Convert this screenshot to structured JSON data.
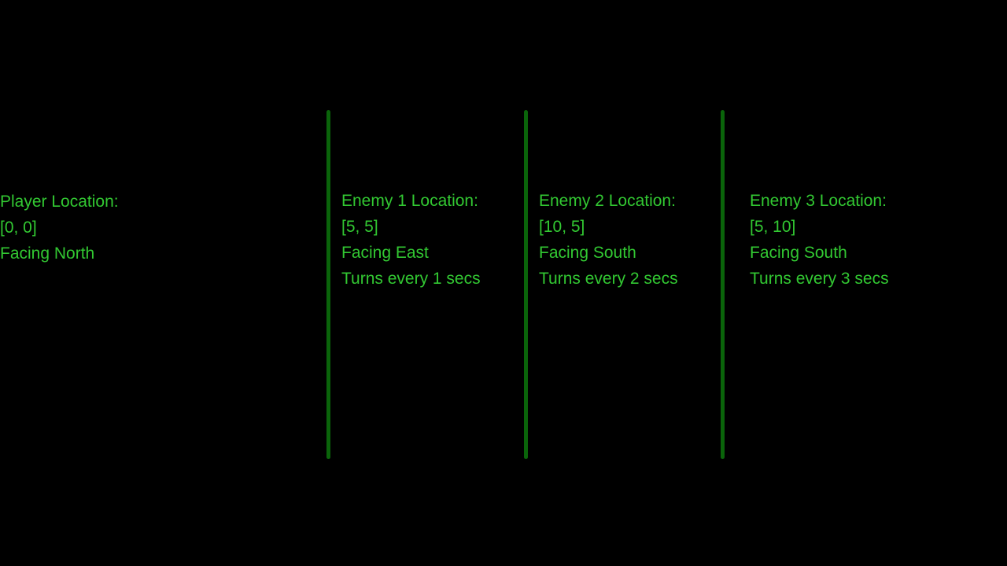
{
  "colors": {
    "background": "#000000",
    "text": "#32c832",
    "divider": "#0a640a"
  },
  "player": {
    "location_label": "Player Location:",
    "coords": "[0, 0]",
    "facing": "Facing North"
  },
  "enemies": [
    {
      "location_label": "Enemy 1 Location:",
      "coords": "[5, 5]",
      "facing": "Facing East",
      "turn_rate": "Turns every 1 secs"
    },
    {
      "location_label": "Enemy 2 Location:",
      "coords": "[10, 5]",
      "facing": "Facing South",
      "turn_rate": "Turns every 2 secs"
    },
    {
      "location_label": "Enemy 3 Location:",
      "coords": "[5, 10]",
      "facing": "Facing South",
      "turn_rate": "Turns every 3 secs"
    }
  ]
}
